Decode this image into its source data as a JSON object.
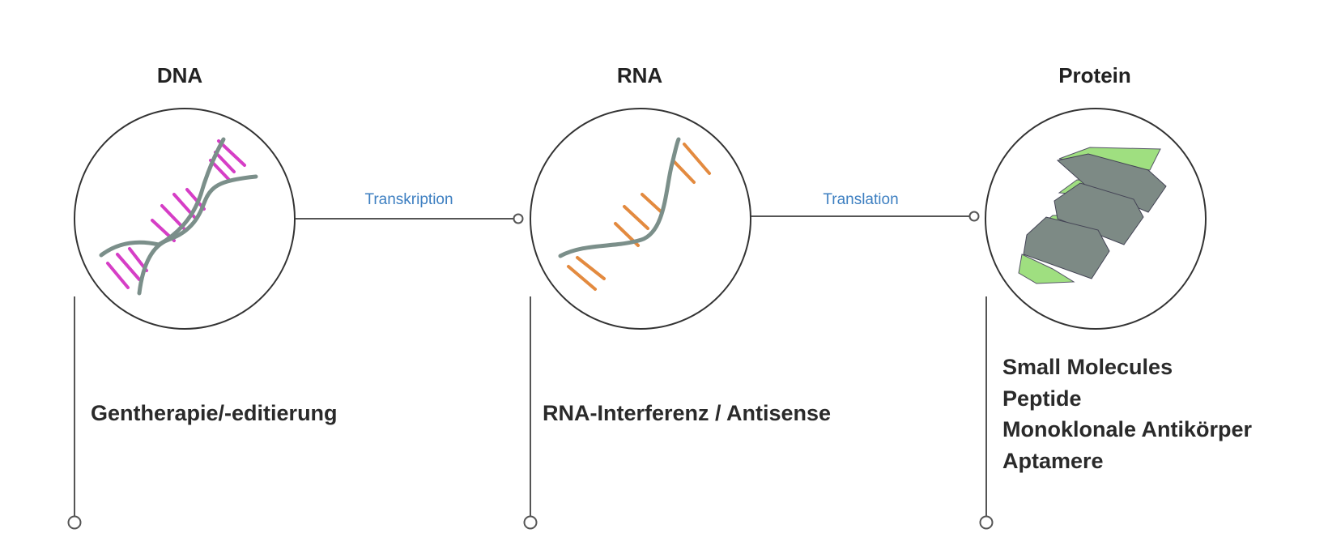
{
  "nodes": [
    {
      "id": "dna",
      "title": "DNA"
    },
    {
      "id": "rna",
      "title": "RNA"
    },
    {
      "id": "protein",
      "title": "Protein"
    }
  ],
  "processes": [
    {
      "label": "Transkription"
    },
    {
      "label": "Translation"
    }
  ],
  "therapies": {
    "dna": "Gentherapie/-editierung",
    "rna": "RNA-Interferenz / Antisense",
    "protein": [
      "Small Molecules",
      "Peptide",
      "Monoklonale Antikörper",
      "Aptamere"
    ]
  },
  "colors": {
    "outline": "#333333",
    "strand": "#7b8f8a",
    "dna_bases": "#d63ec6",
    "rna_bases": "#e38a3f",
    "protein_light": "#9fdf80",
    "protein_dark": "#7d8a85",
    "arrow_label": "#3d7fc1"
  },
  "icons": {
    "dna": "dna-double-helix-icon",
    "rna": "rna-single-strand-icon",
    "protein": "protein-helix-icon"
  }
}
